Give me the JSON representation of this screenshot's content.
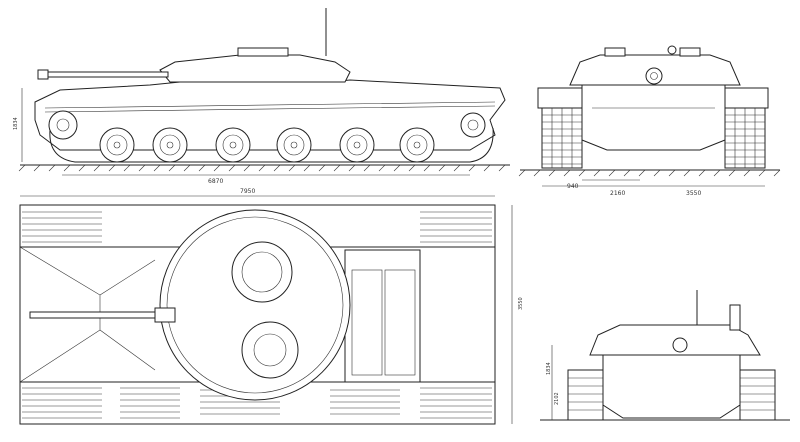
{
  "dimensions": {
    "side_length": "6870",
    "side_height": "1834",
    "front_track": "940",
    "front_width": "2160",
    "front_overall": "3550",
    "top_hull_length": "7950",
    "top_width": "3550",
    "rear_height_a": "1834",
    "rear_height_b": "2102"
  }
}
